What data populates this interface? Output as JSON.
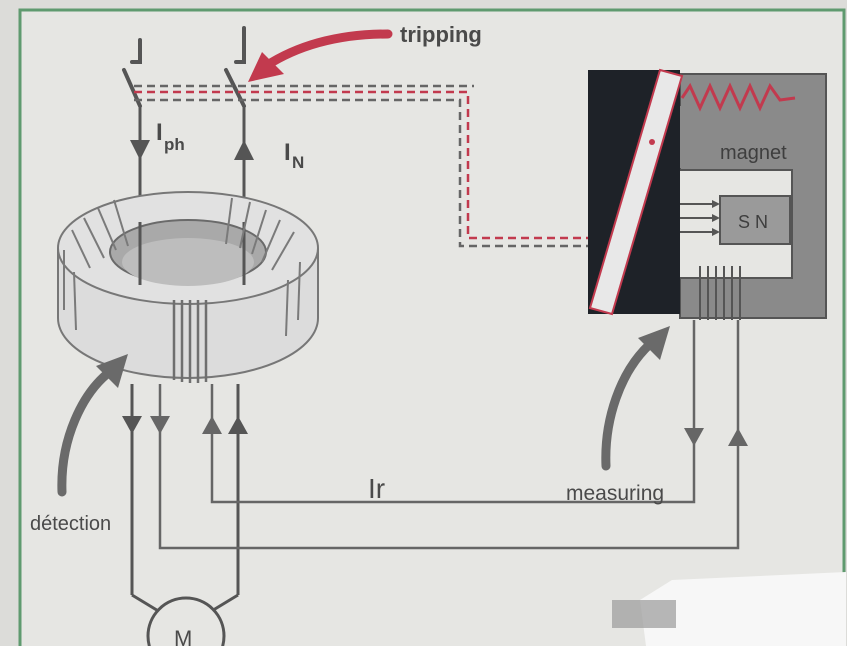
{
  "labels": {
    "tripping": "tripping",
    "i_ph_main": "I",
    "i_ph_sub": "ph",
    "i_n_main": "I",
    "i_n_sub": "N",
    "magnet": "magnet",
    "sn": "S N",
    "ir": "Ir",
    "measuring": "measuring",
    "detection": "détection",
    "motor": "M"
  },
  "colors": {
    "background": "#dcdcd9",
    "frame": "#5f9a6f",
    "line": "#6b6b6b",
    "arrow_red": "#c23a4e",
    "dark_block": "#1e2228",
    "magnet_grey": "#8a8a8a",
    "text": "#4a4a4a"
  }
}
